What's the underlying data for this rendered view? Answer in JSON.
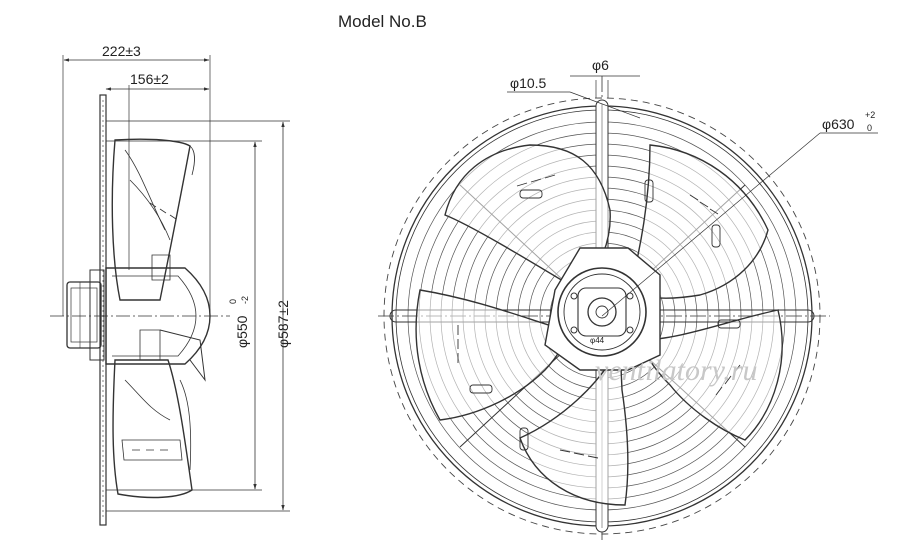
{
  "title": "Model No.B",
  "side_view": {
    "dim_overall_depth": "222±3",
    "dim_mount_depth": "156±2",
    "dim_mount_circle": "φ550",
    "dim_mount_circle_tol_upper": "0",
    "dim_mount_circle_tol_lower": "-2",
    "dim_guard_diameter": "φ587±2"
  },
  "front_view": {
    "dim_hole": "φ10.5",
    "dim_wire": "φ6",
    "dim_outer": "φ630",
    "dim_outer_tol_upper": "+2",
    "dim_outer_tol_lower": "0",
    "hub_label": "φ44"
  },
  "watermark": "ventilatory.ru"
}
